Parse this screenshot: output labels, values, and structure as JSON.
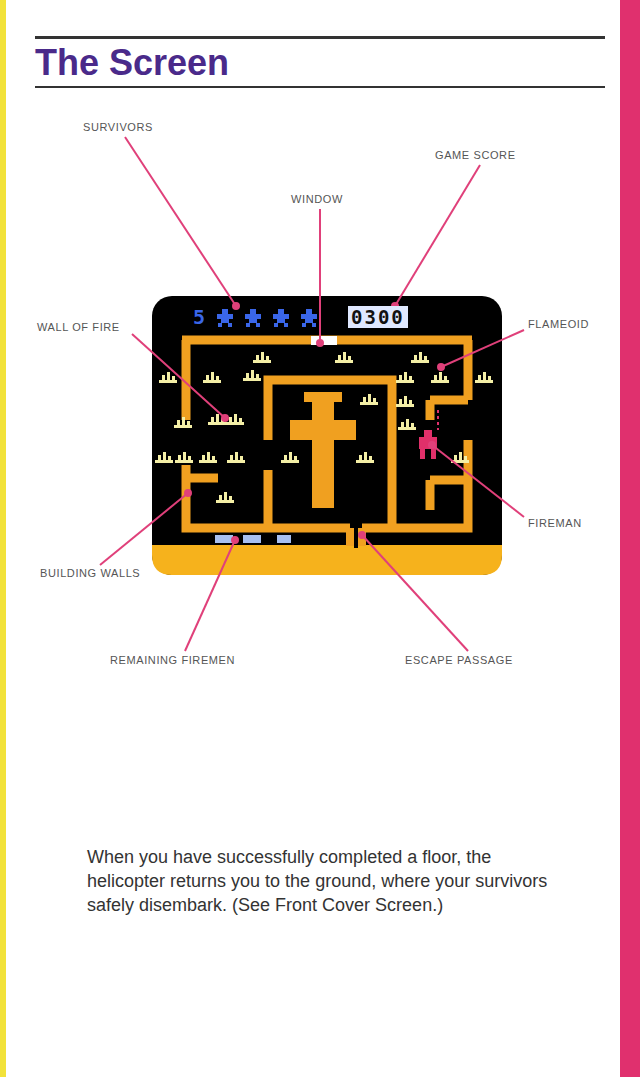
{
  "diagram": {
    "title": "The Screen",
    "caption": "When you have successfully completed a floor, the helicopter returns you to the ground, where your survivors safely disembark. (See Front Cover Screen.)",
    "labels": [
      "SURVIVORS",
      "GAME SCORE",
      "WINDOW",
      "5",
      "0300",
      "WALL OF FIRE",
      "FLAMEOID",
      "FIREMAN",
      "BUILDING WALLS",
      "REMAINING FIREMEN",
      "ESCAPE PASSAGE"
    ]
  }
}
